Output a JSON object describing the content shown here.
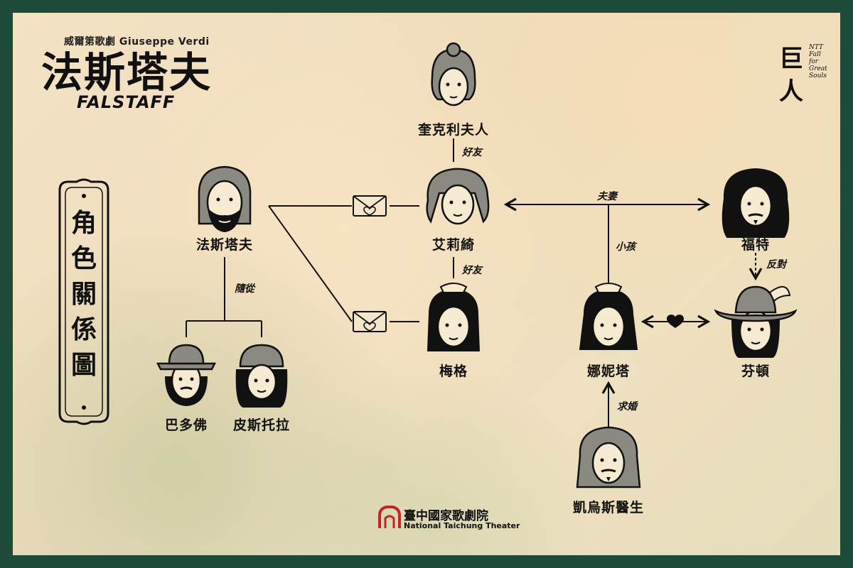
{
  "header": {
    "subtitle": "威爾第歌劇 Giuseppe Verdi",
    "title": "法斯塔夫",
    "title_en": "FALSTAFF"
  },
  "brand": {
    "logo_big": "巨人",
    "logo_small": "NTT Fall for Great Souls"
  },
  "banner": {
    "text": "角色關係圖"
  },
  "characters": {
    "quickly": "奎克利夫人",
    "falstaff": "法斯塔夫",
    "alice": "艾莉綺",
    "meg": "梅格",
    "ford": "福特",
    "nannetta": "娜妮塔",
    "fenton": "芬頓",
    "bardolfo": "巴多佛",
    "pistola": "皮斯托拉",
    "caius": "凱烏斯醫生"
  },
  "relations": {
    "friend1": "好友",
    "friend2": "好友",
    "spouse": "夫妻",
    "child": "小孩",
    "oppose": "反對",
    "follower": "隨從",
    "propose": "求婚"
  },
  "footer": {
    "theater_name": "臺中國家歌劇院",
    "theater_en": "National Taichung Theater"
  },
  "colors": {
    "frame": "#1f4a3a",
    "ink": "#111111",
    "accent_red": "#c0262c"
  }
}
